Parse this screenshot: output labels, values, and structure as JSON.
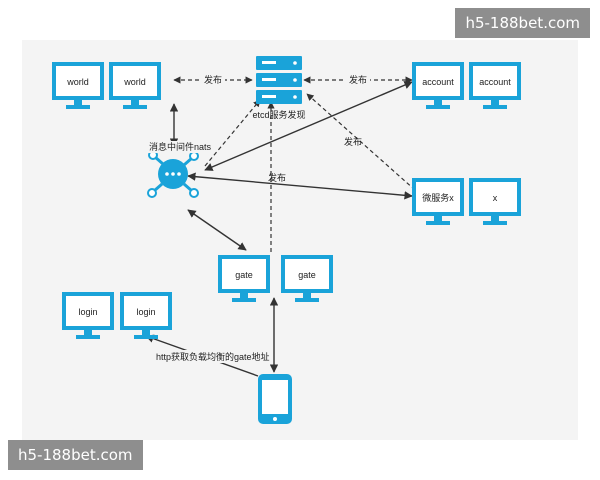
{
  "watermarks": {
    "top": "h5-188bet.com",
    "bottom": "h5-188bet.com"
  },
  "colors": {
    "accent": "#1aa3d9",
    "panel": "#f4f4f4",
    "line": "#333333"
  },
  "nodes": {
    "world_1": "world",
    "world_2": "world",
    "account_1": "account",
    "account_2": "account",
    "micro_1": "微服务x",
    "micro_2": "x",
    "gate_1": "gate",
    "gate_2": "gate",
    "login_1": "login",
    "login_2": "login",
    "etcd": "etcd服务发现",
    "nats": "消息中间件nats"
  },
  "edge_labels": {
    "publish_world": "发布",
    "publish_account": "发布",
    "publish_micro": "发布",
    "publish_nats": "发布",
    "http_gate": "http获取负载均衡的gate地址"
  },
  "icons": {
    "server": "server-icon",
    "monitor": "monitor-icon",
    "hub": "message-hub-icon",
    "phone": "mobile-phone-icon"
  }
}
